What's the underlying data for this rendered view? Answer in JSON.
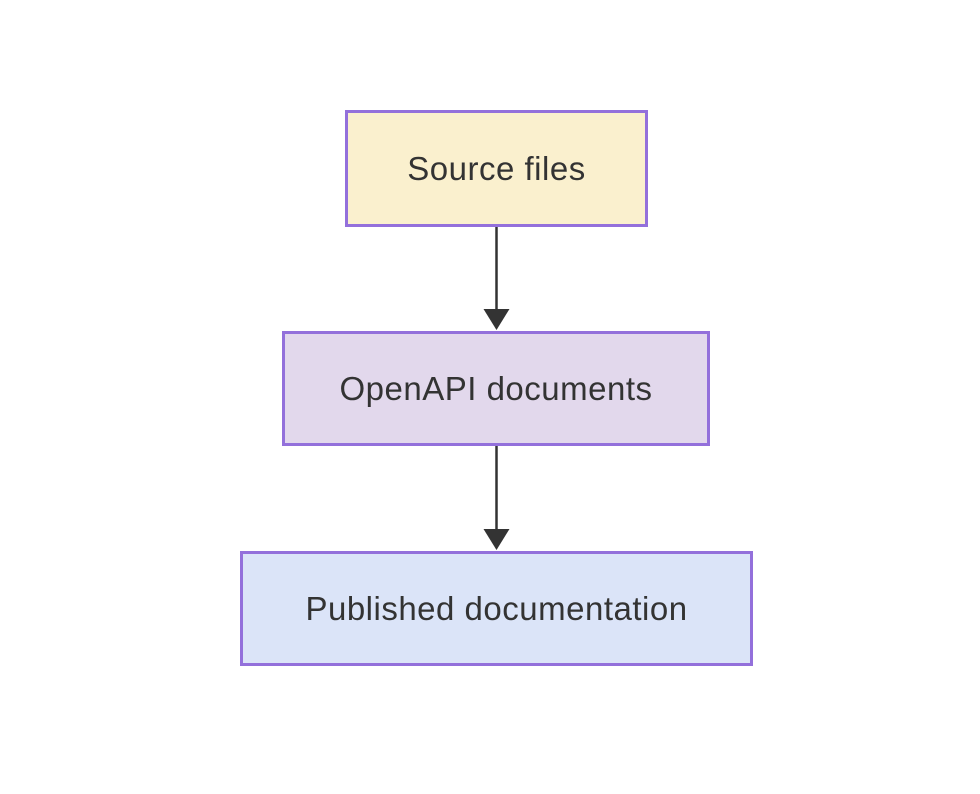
{
  "diagram": {
    "type": "flowchart-top-down",
    "background_color": "#ffffff",
    "text_color": "#333333",
    "edge_color": "#333333",
    "node_border_color": "#9370db",
    "nodes": [
      {
        "id": "source",
        "label": "Source files",
        "fill": "#faf0ce",
        "border": "#9370db"
      },
      {
        "id": "openapi",
        "label": "OpenAPI documents",
        "fill": "#e2d8ec",
        "border": "#9370db"
      },
      {
        "id": "published",
        "label": "Published documentation",
        "fill": "#dbe4f8",
        "border": "#9370db"
      }
    ],
    "edges": [
      {
        "from": "source",
        "to": "openapi",
        "style": "solid-arrow"
      },
      {
        "from": "openapi",
        "to": "published",
        "style": "solid-arrow"
      }
    ]
  }
}
